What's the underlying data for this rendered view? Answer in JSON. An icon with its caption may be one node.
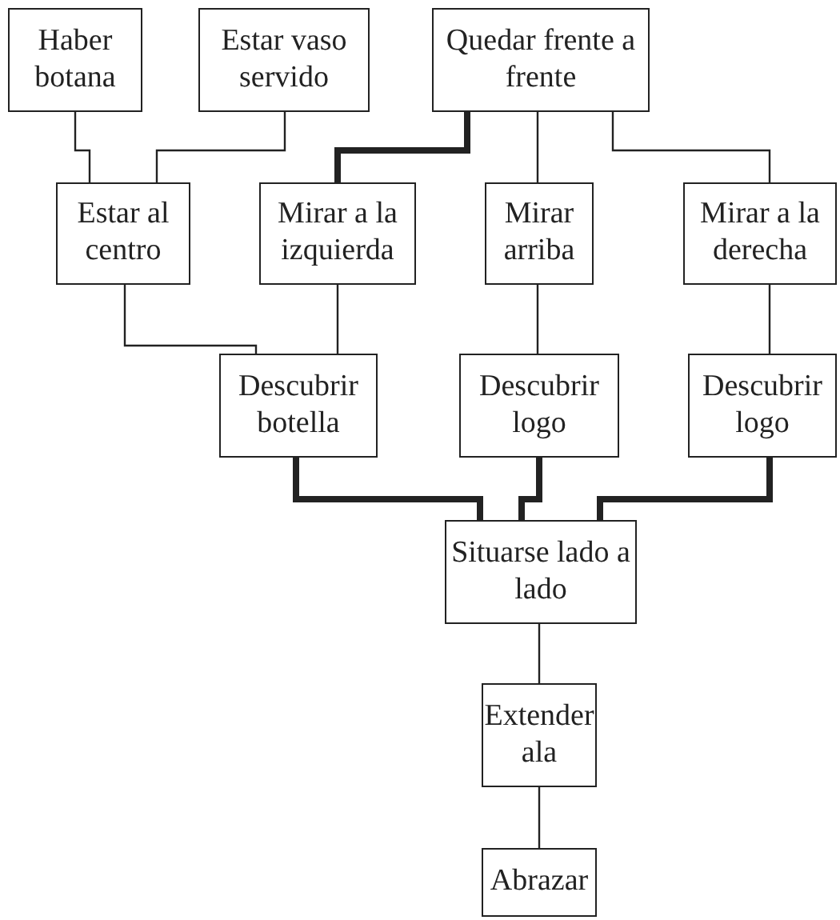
{
  "diagram": {
    "nodes": [
      {
        "text": [
          "Haber botana"
        ]
      },
      {
        "text": [
          "Estar vaso servido"
        ]
      },
      {
        "text": [
          "Quedar frente a frente"
        ]
      },
      {
        "text": [
          "Estar al centro"
        ]
      },
      {
        "text": [
          "Mirar a la izquierda"
        ]
      },
      {
        "text": [
          "Mirar arriba"
        ]
      },
      {
        "text": [
          "Mirar a la derecha"
        ]
      },
      {
        "text": [
          "Descubrir botella"
        ]
      },
      {
        "text": [
          "Descubrir logo"
        ]
      },
      {
        "text": [
          "Descubrir logo"
        ]
      },
      {
        "text": [
          "Situarse lado a lado"
        ]
      },
      {
        "text": [
          "Extender ala"
        ]
      },
      {
        "text": [
          "Abrazar"
        ]
      }
    ],
    "edges": [
      {
        "from": 0,
        "to": 3,
        "arrow": "none"
      },
      {
        "from": 1,
        "to": 3,
        "arrow": "none"
      },
      {
        "from": 2,
        "to": 4,
        "arrow": "none",
        "style": "thick"
      },
      {
        "from": 2,
        "to": 5,
        "arrow": "none"
      },
      {
        "from": 2,
        "to": 6,
        "arrow": "none"
      },
      {
        "from": 3,
        "to": 7,
        "arrow": "none"
      },
      {
        "from": 4,
        "to": 7,
        "arrow": "none"
      },
      {
        "from": 5,
        "to": 8,
        "arrow": "none"
      },
      {
        "from": 6,
        "to": 9,
        "arrow": "none"
      },
      {
        "from": 7,
        "to": 10,
        "arrow": "none",
        "style": "thick"
      },
      {
        "from": 8,
        "to": 10,
        "arrow": "none",
        "style": "thick"
      },
      {
        "from": 9,
        "to": 10,
        "arrow": "none",
        "style": "thick"
      },
      {
        "from": 10,
        "to": 11,
        "arrow": "none"
      },
      {
        "from": 11,
        "to": 12,
        "arrow": "none"
      }
    ]
  }
}
